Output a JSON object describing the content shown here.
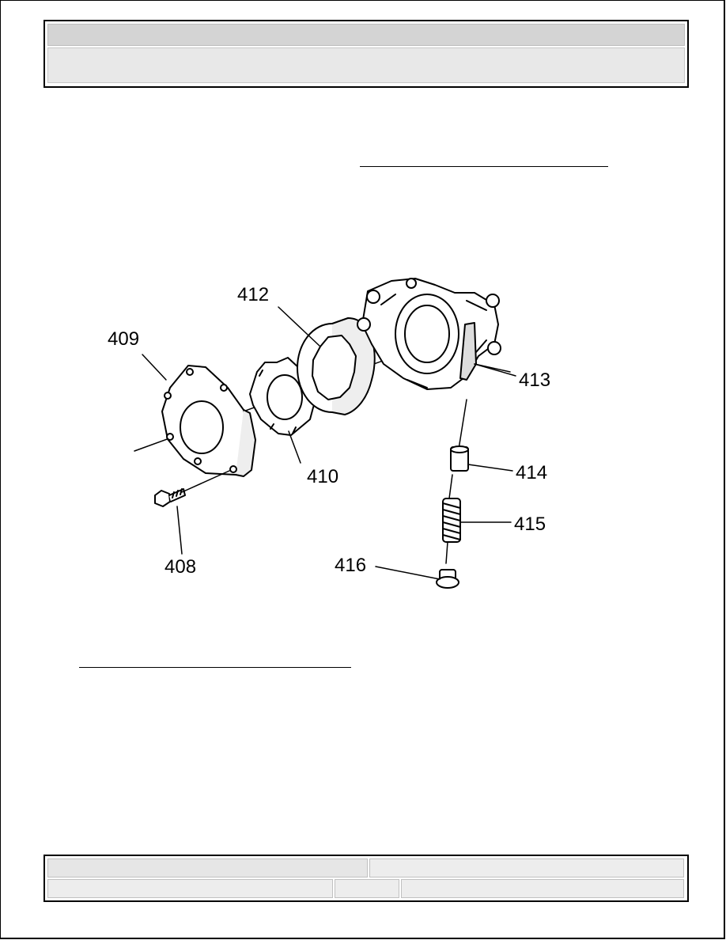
{
  "callouts": {
    "c408": "408",
    "c409": "409",
    "c410": "410",
    "c412": "412",
    "c413": "413",
    "c414": "414",
    "c415": "415",
    "c416": "416"
  },
  "icons": {
    "figure": "oil-pump-exploded-view"
  }
}
